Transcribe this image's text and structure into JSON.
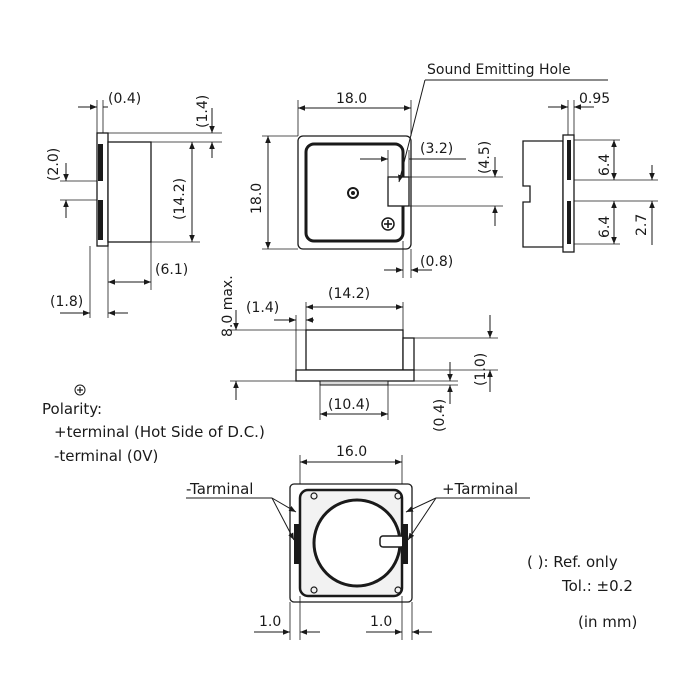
{
  "side_left": {
    "d_0_4": "(0.4)",
    "d_1_4": "(1.4)",
    "d_2_0": "(2.0)",
    "d_14_2": "(14.2)",
    "d_6_1": "(6.1)",
    "d_1_8": "(1.8)"
  },
  "top_view": {
    "sound_hole_label": "Sound Emitting Hole",
    "d_width": "18.0",
    "d_height": "18.0",
    "d_3_2": "(3.2)",
    "d_4_5": "(4.5)",
    "d_0_8": "(0.8)"
  },
  "side_right": {
    "d_0_95": "0.95",
    "d_6_4_a": "6.4",
    "d_6_4_b": "6.4",
    "d_2_7": "2.7"
  },
  "front_view": {
    "d_height_max": "8.0 max.",
    "d_1_4": "(1.4)",
    "d_14_2": "(14.2)",
    "d_1_0": "(1.0)",
    "d_10_4": "(10.4)",
    "d_0_4": "(0.4)"
  },
  "polarity": {
    "title": "Polarity:",
    "plus_terminal": "+terminal (Hot Side of D.C.)",
    "minus_terminal": "-terminal (0V)"
  },
  "bottom_view": {
    "d_16_0": "16.0",
    "minus_label": "-Tarminal",
    "plus_label": "+Tarminal",
    "d_1_0_left": "1.0",
    "d_1_0_right": "1.0"
  },
  "notes": {
    "ref_only": "( ): Ref. only",
    "tolerance": "Tol.: ±0.2",
    "units": "(in mm)"
  }
}
